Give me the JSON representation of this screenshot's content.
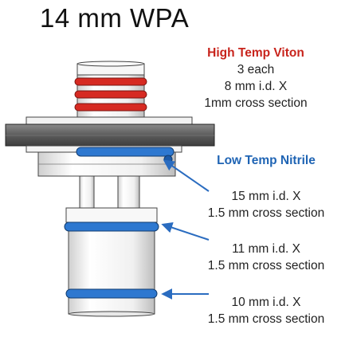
{
  "title": "14 mm WPA",
  "high_temp": {
    "heading": "High Temp Viton",
    "line1": "3 each",
    "line2": "8 mm i.d. X",
    "line3": "1mm cross section"
  },
  "low_temp": {
    "heading": "Low Temp Nitrile"
  },
  "orings": [
    {
      "id": "15 mm i.d. X",
      "section": "1.5 mm cross section"
    },
    {
      "id": "11 mm i.d. X",
      "section": "1.5 mm cross section"
    },
    {
      "id": "10 mm i.d. X",
      "section": "1.5 mm cross section"
    }
  ],
  "colors": {
    "viton": "#d62a22",
    "nitrile": "#2e78d0",
    "arrow": "#2a6cc0",
    "metal_dark": "#5a5a5a",
    "metal_light": "#f2f2f2"
  }
}
